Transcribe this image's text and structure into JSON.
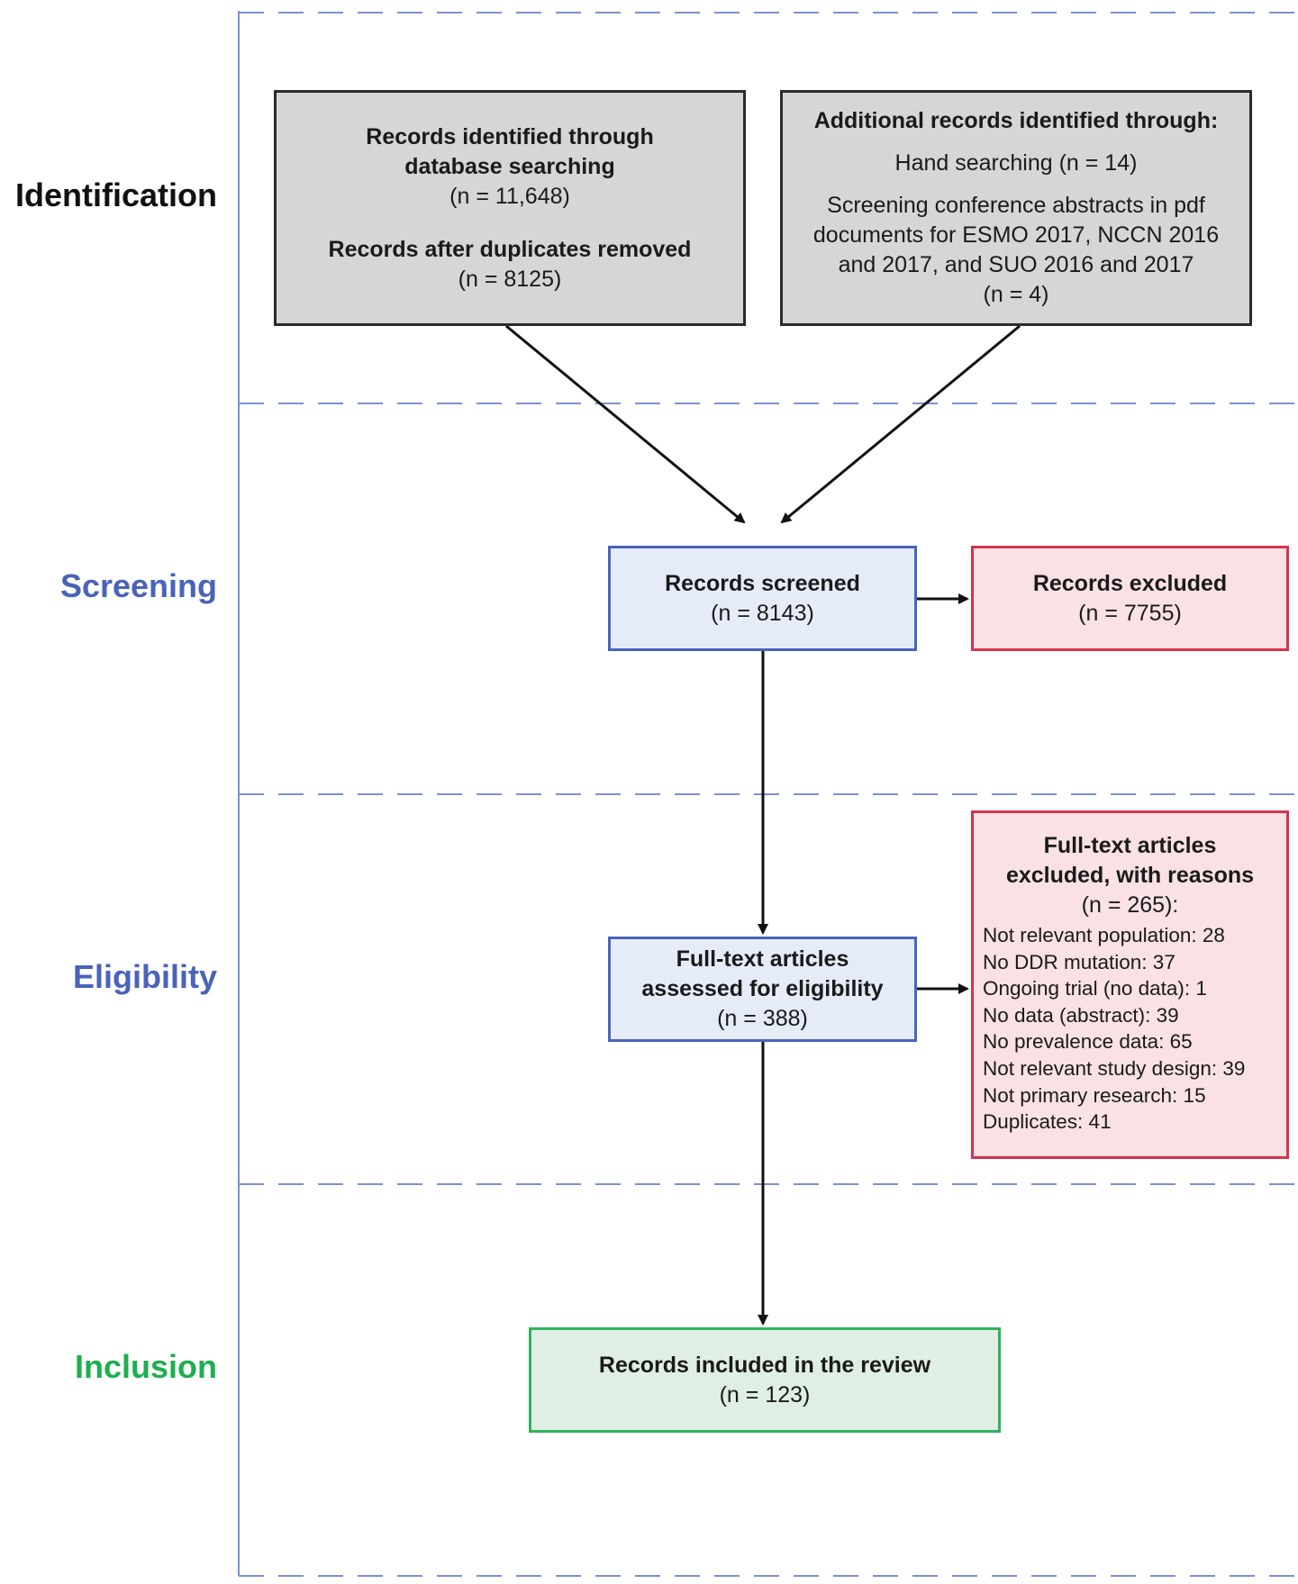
{
  "stages": {
    "identification": {
      "label": "Identification",
      "color": "#111111"
    },
    "screening": {
      "label": "Screening",
      "color": "#4a63b9"
    },
    "eligibility": {
      "label": "Eligibility",
      "color": "#4a63b9"
    },
    "inclusion": {
      "label": "Inclusion",
      "color": "#1fae4f"
    }
  },
  "boxes": {
    "database": {
      "title_line1": "Records identified through",
      "title_line2": "database searching",
      "count1": "(n = 11,648)",
      "subtitle": "Records after duplicates removed",
      "count2": "(n = 8125)"
    },
    "additional": {
      "title": "Additional records identified through:",
      "line1": "Hand searching (n = 14)",
      "line2": "Screening conference abstracts in pdf",
      "line3": "documents for ESMO 2017, NCCN 2016",
      "line4": "and 2017, and SUO 2016 and 2017",
      "line5": "(n = 4)"
    },
    "screened": {
      "title": "Records screened",
      "count": "(n = 8143)"
    },
    "excluded": {
      "title": "Records excluded",
      "count": "(n = 7755)"
    },
    "fulltext": {
      "title_line1": "Full-text articles",
      "title_line2": "assessed for eligibility",
      "count": "(n = 388)"
    },
    "fulltext_excluded": {
      "title_line1": "Full-text articles",
      "title_line2": "excluded, with reasons",
      "count": "(n = 265):",
      "reasons": [
        "Not relevant population: 28",
        "No DDR mutation: 37",
        "Ongoing trial (no data): 1",
        "No data (abstract): 39",
        "No prevalence data: 65",
        "Not relevant study design: 39",
        "Not primary research: 15",
        "Duplicates: 41"
      ]
    },
    "included": {
      "title": "Records included in the review",
      "count": "(n = 123)"
    }
  },
  "colors": {
    "divider": "#7d8fd6",
    "arrow": "#111111"
  }
}
